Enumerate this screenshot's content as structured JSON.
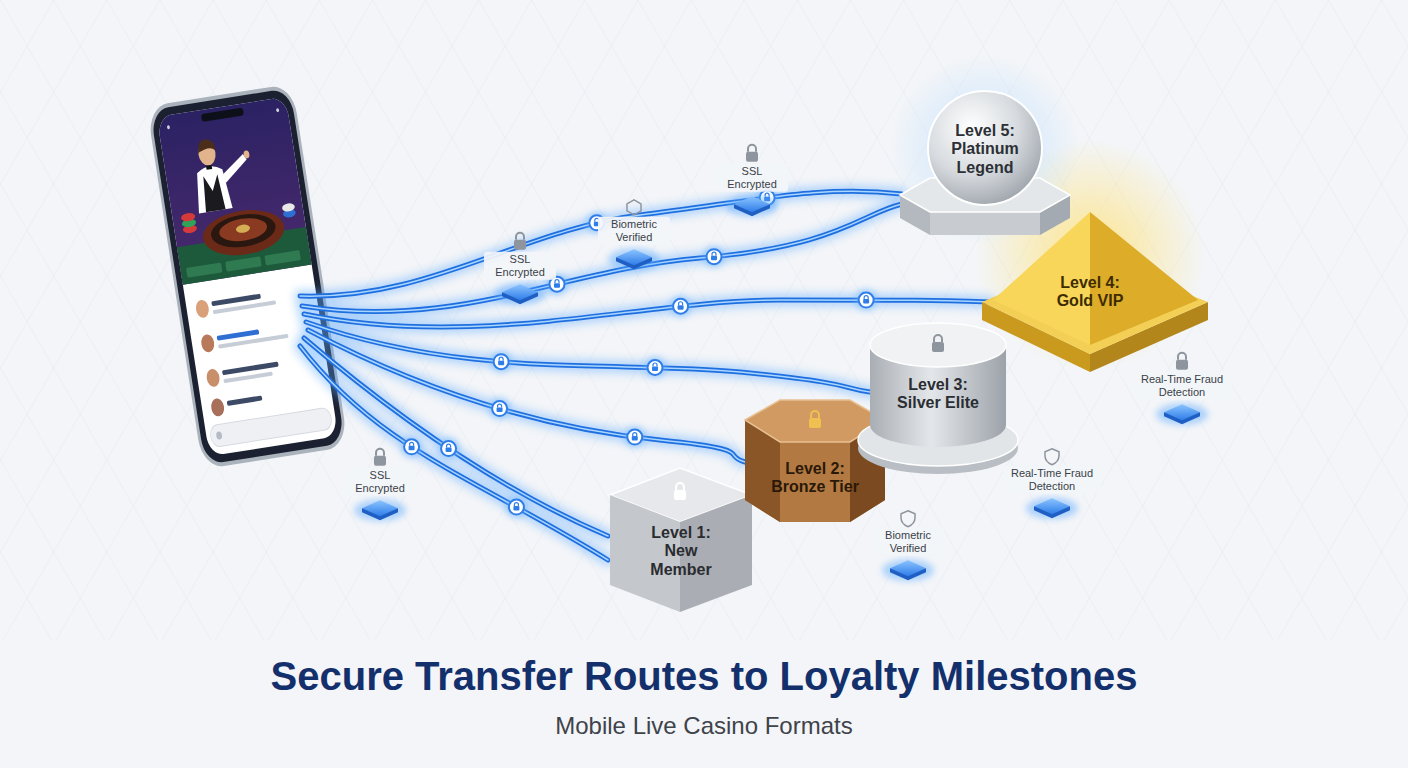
{
  "diagram": {
    "title": "Secure Transfer Routes to Loyalty Milestones",
    "caption": "Mobile Live Casino Formats",
    "nodes": [
      {
        "text": [
          "Level 1: New Member"
        ]
      },
      {
        "text": [
          "Level 2: Bronze Tier"
        ]
      },
      {
        "text": [
          "Level 3: Silver Elite"
        ]
      },
      {
        "text": [
          "Level 4: Gold VIP"
        ]
      },
      {
        "text": [
          "Level 5: Platinum Legend"
        ]
      }
    ],
    "labels": [
      "SSL Encrypted",
      "Biometric Verified",
      "SSL Encrypted",
      "Real-Time Fraud Detection",
      "Real-Time Fraud Detection",
      "SSL Encrypted",
      "Biometric Verified"
    ]
  }
}
